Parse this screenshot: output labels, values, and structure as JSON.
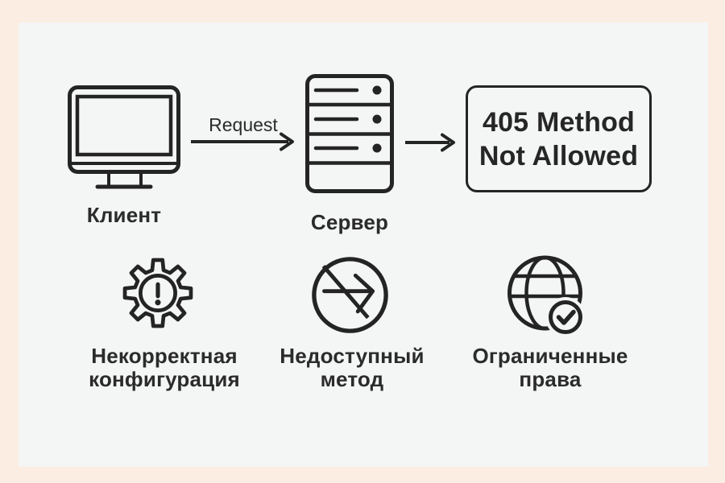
{
  "palette": {
    "frame_bg": "#fcede2",
    "panel_bg": "#f4f5f5",
    "ink": "#242424",
    "text": "#2b2b2b"
  },
  "flow": {
    "client": {
      "icon": "monitor-icon",
      "label": "Клиент"
    },
    "request": {
      "icon": "arrow-right-icon",
      "label": "Request"
    },
    "server": {
      "icon": "server-rack-icon",
      "label": "Сервер"
    },
    "response": {
      "icon": "arrow-right-icon"
    },
    "error_box": {
      "line1": "405 Method",
      "line2": "Not Allowed"
    }
  },
  "causes": [
    {
      "icon": "gear-warning-icon",
      "line1": "Некорректная",
      "line2": "конфигурация"
    },
    {
      "icon": "blocked-method-arrow-icon",
      "line1": "Недоступный",
      "line2": "метод"
    },
    {
      "icon": "globe-check-icon",
      "line1": "Ограниченные",
      "line2": "права"
    }
  ]
}
